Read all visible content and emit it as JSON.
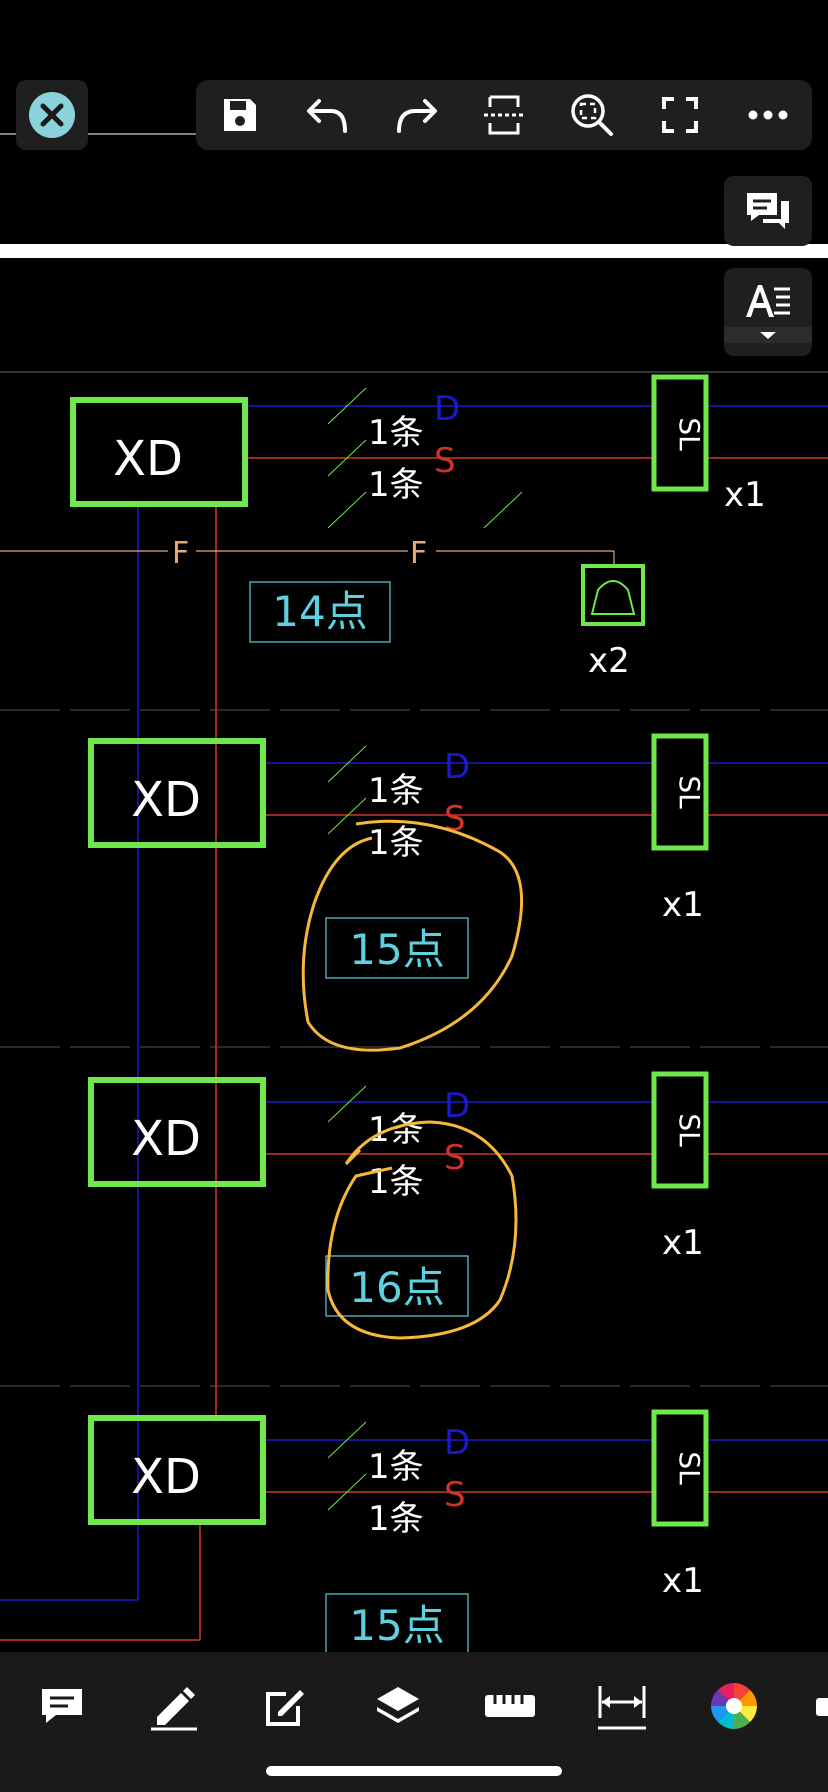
{
  "drawing": {
    "rows": [
      {
        "box": "XD",
        "d": "D",
        "s": "S",
        "wire1": "1条",
        "wire2": "1条",
        "points": "14点",
        "sl": "SL",
        "count": "x1"
      },
      {
        "box": "XD",
        "d": "D",
        "s": "S",
        "wire1": "1条",
        "wire2": "1条",
        "points": "15点",
        "sl": "SL",
        "count": "x1"
      },
      {
        "box": "XD",
        "d": "D",
        "s": "S",
        "wire1": "1条",
        "wire2": "1条",
        "points": "16点",
        "sl": "SL",
        "count": "x1"
      },
      {
        "box": "XD",
        "d": "D",
        "s": "S",
        "wire1": "1条",
        "wire2": "1条",
        "points": "15点",
        "sl": "SL",
        "count": "x1"
      }
    ],
    "f_label": "F",
    "phone_count": "x2",
    "colors": {
      "green": "#6ee84a",
      "blue": "#1a1acc",
      "red": "#d0322a",
      "cyan": "#5fd0e0",
      "orange": "#f7b73a",
      "white": "#ffffff",
      "f_line": "#e8a878"
    }
  },
  "toolbar": {
    "close": "close-icon",
    "items": [
      "save-icon",
      "undo-icon",
      "redo-icon",
      "section-icon",
      "zoom-fit-icon",
      "fullscreen-icon",
      "more-icon"
    ]
  },
  "side": [
    "comment-list-icon",
    "text-style-icon"
  ],
  "bottom": [
    "comment-icon",
    "pen-icon",
    "edit-icon",
    "layers-icon",
    "ruler-icon",
    "measure-icon",
    "color-wheel-icon"
  ]
}
